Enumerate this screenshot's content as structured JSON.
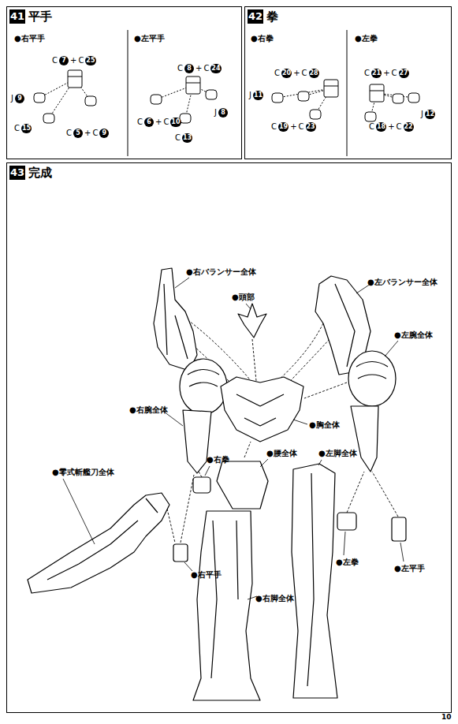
{
  "diagram": {
    "nodes": [
      {
        "text": [
          "41",
          "平手"
        ]
      },
      {
        "text": [
          "42",
          "拳"
        ]
      },
      {
        "text": [
          "43",
          "完成"
        ]
      }
    ],
    "labels": [
      "●右平手",
      "C",
      "7",
      "+",
      "C",
      "25",
      "J",
      "9",
      "C",
      "15",
      "C",
      "5",
      "+",
      "C",
      "9",
      "●左平手",
      "C",
      "8",
      "+",
      "C",
      "24",
      "C",
      "6",
      "+",
      "C",
      "10",
      "J",
      "8",
      "C",
      "13",
      "●右拳",
      "C",
      "20",
      "+",
      "C",
      "28",
      "J",
      "11",
      "C",
      "19",
      "+",
      "C",
      "23",
      "●左拳",
      "C",
      "21",
      "+",
      "C",
      "27",
      "C",
      "18",
      "+",
      "C",
      "22",
      "J",
      "12",
      "●右バランサー全体",
      "●頭部",
      "●左バランサー全体",
      "●左腕全体",
      "●右腕全体",
      "●胸全体",
      "●右拳",
      "●腰全体",
      "●左脚全体",
      "●零式斬艦刀全体",
      "●左拳",
      "●左平手",
      "●右平手",
      "●右脚全体",
      "10"
    ]
  }
}
